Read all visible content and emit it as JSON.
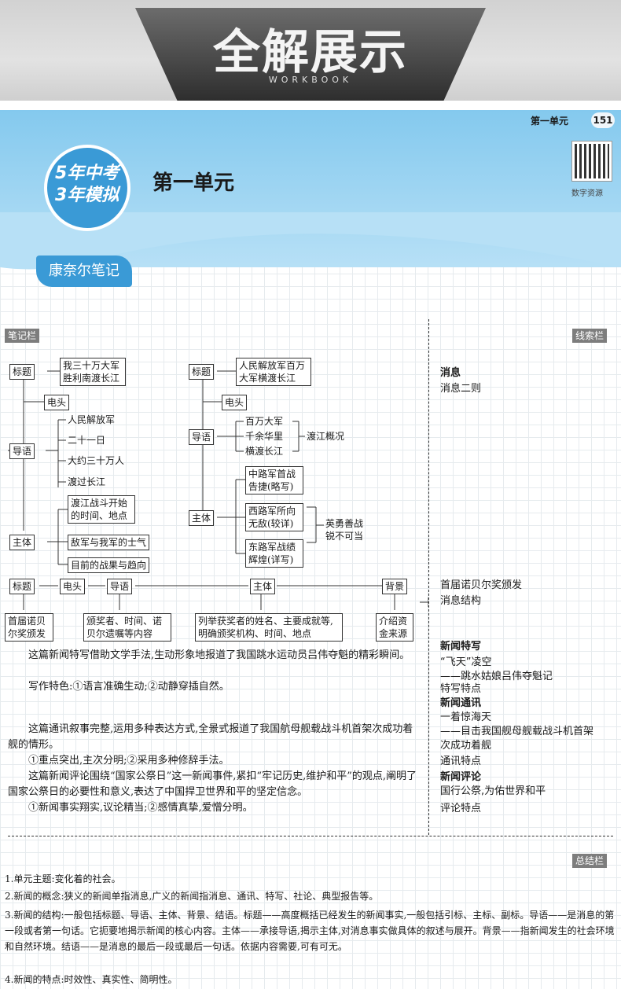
{
  "banner": {
    "title": "全解展示",
    "subtitle": "WORKBOOK"
  },
  "header": {
    "unit_label": "第一单元",
    "page_number": "151",
    "logo_line1": "5年中考",
    "logo_line2": "3年模拟",
    "unit_title": "第一单元",
    "qr_caption": "数字资源",
    "tag": "康奈尔笔记"
  },
  "side_tags": {
    "notes": "笔记栏",
    "cues": "线索栏",
    "summary": "总结栏"
  },
  "diagram1": {
    "title": "标题",
    "title_text": "我三十万大军胜利南渡长江",
    "electric": "电头",
    "lead": "导语",
    "lead_items": [
      "人民解放军",
      "二十一日",
      "大约三十万人",
      "渡过长江"
    ],
    "body": "主体",
    "body_items": [
      "渡江战斗开始的时间、地点",
      "敌军与我军的士气",
      "目前的战果与趋向"
    ]
  },
  "diagram2": {
    "title": "标题",
    "title_text": "人民解放军百万大军横渡长江",
    "electric": "电头",
    "lead": "导语",
    "lead_items": [
      "百万大军",
      "千余华里",
      "横渡长江"
    ],
    "lead_summary": "渡江概况",
    "body": "主体",
    "body_items": [
      "中路军首战告捷(略写)",
      "西路军所向无敌(较详)",
      "东路军战绩辉煌(详写)"
    ],
    "body_summary": "英勇善战锐不可当"
  },
  "diagram3": {
    "nodes": [
      "标题",
      "电头",
      "导语",
      "主体",
      "背景"
    ],
    "details": [
      "首届诺贝尔奖颁发",
      "颁奖者、时间、诺贝尔遗嘱等内容",
      "列举获奖者的姓名、主要成就等,明确颁奖机构、时间、地点",
      "介绍资金来源"
    ]
  },
  "notes": {
    "p1": "这篇新闻特写借助文学手法,生动形象地报道了我国跳水运动员吕伟夺魁的精彩瞬间。",
    "p2": "写作特色:①语言准确生动;②动静穿插自然。",
    "p3": "这篇通讯叙事完整,运用多种表达方式,全景式报道了我国航母舰载战斗机首架次成功着舰的情形。",
    "p4": "①重点突出,主次分明;②采用多种修辞手法。",
    "p5": "这篇新闻评论围绕“国家公祭日”这一新闻事件,紧扣“牢记历史,维护和平”的观点,阐明了国家公祭日的必要性和意义,表达了中国捍卫世界和平的坚定信念。",
    "p6": "①新闻事实翔实,议论精当;②感情真挚,爱憎分明。"
  },
  "cues": {
    "c1": "消息",
    "c2": "消息二则",
    "c3": "首届诺贝尔奖颁发",
    "c4": "消息结构",
    "c5": "新闻特写",
    "c6": "“飞天”凌空",
    "c7": "——跳水姑娘吕伟夺魁记",
    "c8": "特写特点",
    "c9": "新闻通讯",
    "c10": "一着惊海天",
    "c11": "——目击我国舰母舰载战斗机首架",
    "c12": "次成功着舰",
    "c13": "通讯特点",
    "c14": "新闻评论",
    "c15": "国行公祭,为佑世界和平",
    "c16": "评论特点"
  },
  "summary": {
    "s1": "1.单元主题:变化着的社会。",
    "s2": "2.新闻的概念:狭义的新闻单指消息,广义的新闻指消息、通讯、特写、社论、典型报告等。",
    "s3": "3.新闻的结构:一般包括标题、导语、主体、背景、结语。标题——高度概括已经发生的新闻事实,一般包括引标、主标、副标。导语——是消息的第一段或者第一句话。它扼要地揭示新闻的核心内容。主体——承接导语,揭示主体,对消息事实做具体的叙述与展开。背景——指新闻发生的社会环境和自然环境。结语——是消息的最后一段或最后一句话。依据内容需要,可有可无。",
    "s4": "4.新闻的特点:时效性、真实性、简明性。"
  }
}
